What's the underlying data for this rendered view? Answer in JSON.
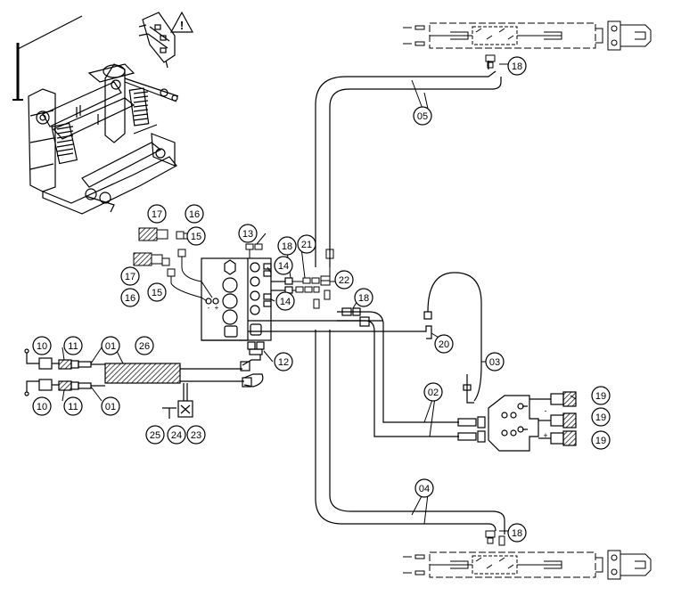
{
  "diagram": {
    "callouts": [
      {
        "id": "c-17a",
        "label": "17"
      },
      {
        "id": "c-16a",
        "label": "16"
      },
      {
        "id": "c-15a",
        "label": "15"
      },
      {
        "id": "c-17b",
        "label": "17"
      },
      {
        "id": "c-16b",
        "label": "16"
      },
      {
        "id": "c-15b",
        "label": "15"
      },
      {
        "id": "c-13",
        "label": "13"
      },
      {
        "id": "c-18a",
        "label": "18"
      },
      {
        "id": "c-21",
        "label": "21"
      },
      {
        "id": "c-14a",
        "label": "14"
      },
      {
        "id": "c-14b",
        "label": "14"
      },
      {
        "id": "c-22",
        "label": "22"
      },
      {
        "id": "c-18b",
        "label": "18"
      },
      {
        "id": "c-20",
        "label": "20"
      },
      {
        "id": "c-03",
        "label": "03"
      },
      {
        "id": "c-05",
        "label": "05"
      },
      {
        "id": "c-18c",
        "label": "18"
      },
      {
        "id": "c-10a",
        "label": "10"
      },
      {
        "id": "c-11a",
        "label": "11"
      },
      {
        "id": "c-01a",
        "label": "01"
      },
      {
        "id": "c-26",
        "label": "26"
      },
      {
        "id": "c-12",
        "label": "12"
      },
      {
        "id": "c-10b",
        "label": "10"
      },
      {
        "id": "c-11b",
        "label": "11"
      },
      {
        "id": "c-01b",
        "label": "01"
      },
      {
        "id": "c-25",
        "label": "25"
      },
      {
        "id": "c-24",
        "label": "24"
      },
      {
        "id": "c-23",
        "label": "23"
      },
      {
        "id": "c-02",
        "label": "02"
      },
      {
        "id": "c-19a",
        "label": "19"
      },
      {
        "id": "c-19b",
        "label": "19"
      },
      {
        "id": "c-19c",
        "label": "19"
      },
      {
        "id": "c-04",
        "label": "04"
      },
      {
        "id": "c-18d",
        "label": "18"
      }
    ],
    "valve_marks": [
      "-",
      "+"
    ],
    "coupler_marks": [
      "-",
      "+"
    ],
    "warning_symbol": "!"
  },
  "icons": {
    "warning": "warning-triangle-icon"
  }
}
